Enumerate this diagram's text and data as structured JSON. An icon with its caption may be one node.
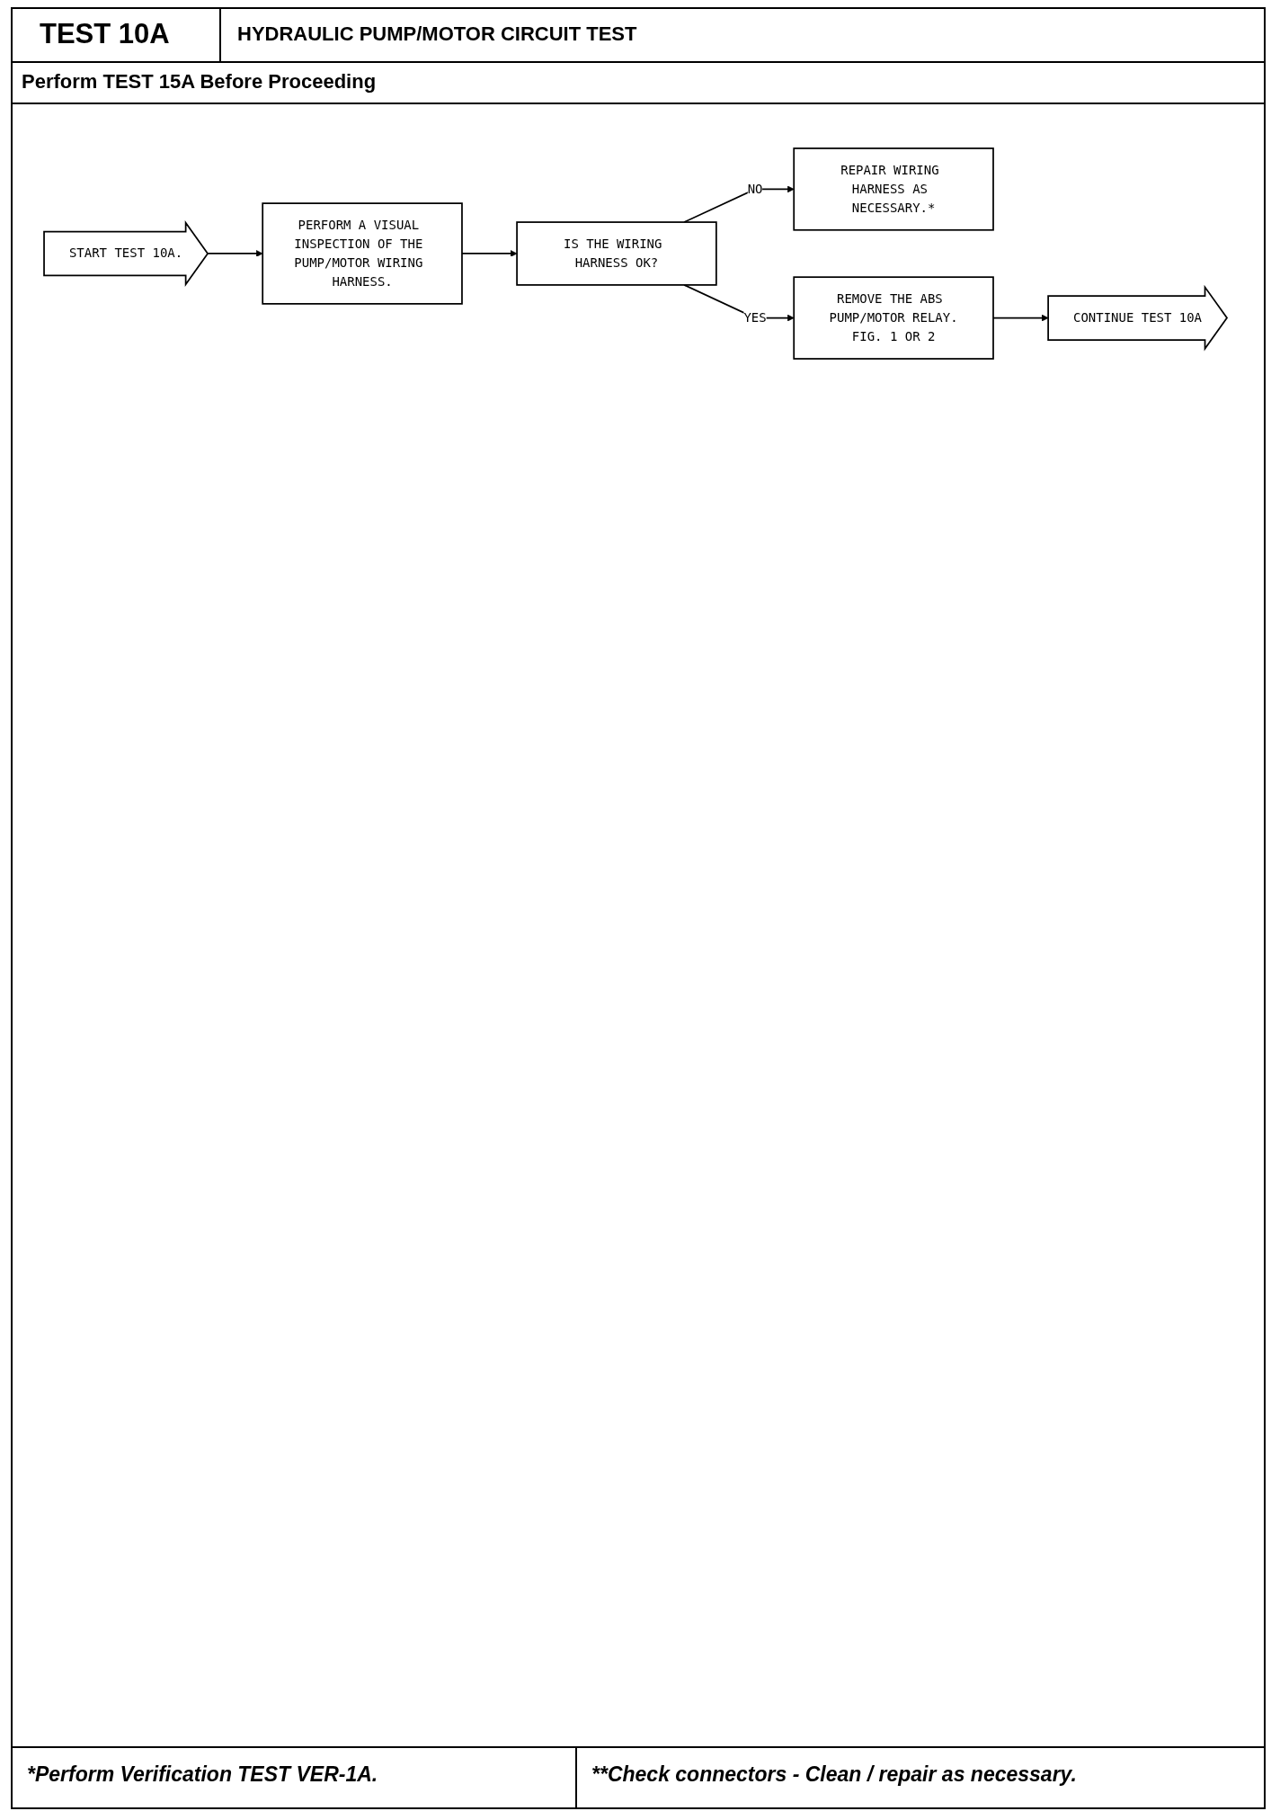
{
  "diagram": {
    "title": "HYDRAULIC PUMP/MOTOR CIRCUIT TEST",
    "nodes": [
      {
        "text": [
          "START TEST 10A."
        ]
      },
      {
        "text": [
          "PERFORM A VISUAL INSPECTION OF THE PUMP/MOTOR WIRING HARNESS."
        ]
      },
      {
        "text": [
          "IS THE WIRING HARNESS OK?"
        ]
      },
      {
        "text": [
          "REPAIR WIRING HARNESS AS NECESSARY.*"
        ]
      },
      {
        "text": [
          "REMOVE THE ABS PUMP/MOTOR RELAY.",
          "FIG. 1 OR 2"
        ]
      },
      {
        "text": [
          "CONTINUE TEST 10A"
        ]
      }
    ],
    "edges": [
      {
        "from": 0,
        "to": 1,
        "arrow": "to"
      },
      {
        "from": 1,
        "to": 2,
        "arrow": "to"
      },
      {
        "from": 2,
        "to": 3,
        "arrow": "to",
        "label": "NO"
      },
      {
        "from": 2,
        "to": 4,
        "arrow": "to",
        "label": "YES"
      },
      {
        "from": 4,
        "to": 5,
        "arrow": "to"
      }
    ],
    "labels": [
      "TEST 10A",
      "Perform TEST 15A Before Proceeding",
      "*Perform Verification TEST VER-1A.",
      "**Check connectors - Clean / repair as necessary."
    ]
  }
}
